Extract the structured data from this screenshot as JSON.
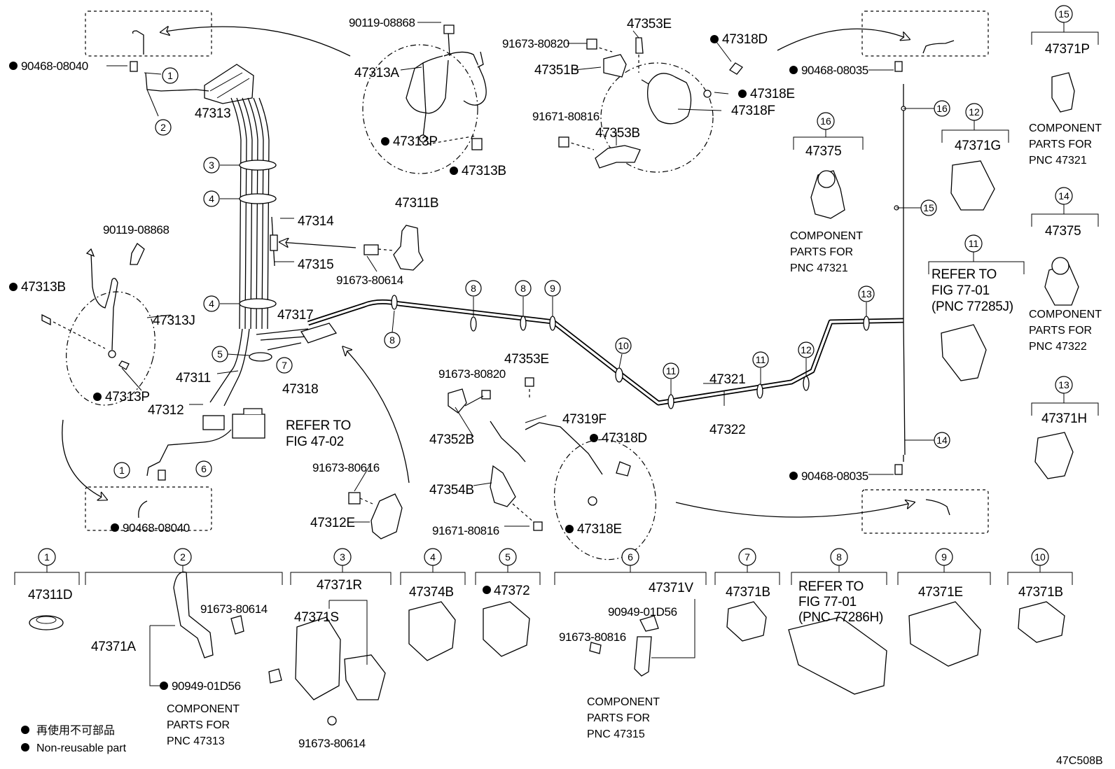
{
  "diagram_id": "47C508B",
  "legend": {
    "jp": "再使用不可部品",
    "en": "Non-reusable part"
  },
  "refer_fig_47_02": [
    "REFER TO",
    "FIG 47-02"
  ],
  "refer_fig_77_01_a": [
    "REFER TO",
    "FIG 77-01",
    "(PNC 77285J)"
  ],
  "refer_fig_77_01_b": [
    "REFER TO",
    "FIG 77-01",
    "(PNC 77286H)"
  ],
  "component_47321": [
    "COMPONENT",
    "PARTS FOR",
    "PNC 47321"
  ],
  "component_47322": [
    "COMPONENT",
    "PARTS FOR",
    "PNC 47322"
  ],
  "component_47313": [
    "COMPONENT",
    "PARTS FOR",
    "PNC 47313"
  ],
  "component_47315": [
    "COMPONENT",
    "PARTS FOR",
    "PNC 47315"
  ],
  "labels": {
    "p90468_08040_top": "90468-08040",
    "p90468_08040_bot": "90468-08040",
    "p90468_08035_top": "90468-08035",
    "p90468_08035_bot": "90468-08035",
    "p90119_08868_top": "90119-08868",
    "p90119_08868_left": "90119-08868",
    "p47313A": "47313A",
    "p47313": "47313",
    "p47313P_top": "47313P",
    "p47313B_top": "47313B",
    "p47313B_left": "47313B",
    "p47313J": "47313J",
    "p47313P_left": "47313P",
    "p91673_80820_top": "91673-80820",
    "p47353E_top": "47353E",
    "p47351B": "47351B",
    "p91671_80816_top": "91671-80816",
    "p47353B": "47353B",
    "p47318D_top": "47318D",
    "p47318E_top": "47318E",
    "p47318F": "47318F",
    "p47314": "47314",
    "p47315": "47315",
    "p47311B": "47311B",
    "p91673_80614_mid": "91673-80614",
    "p47317": "47317",
    "p47318": "47318",
    "p47311": "47311",
    "p47312": "47312",
    "p47353E_mid": "47353E",
    "p91673_80820_mid": "91673-80820",
    "p47352B": "47352B",
    "p47319F": "47319F",
    "p47318D_mid": "47318D",
    "p91673_80616": "91673-80616",
    "p47354B": "47354B",
    "p47312E": "47312E",
    "p91671_80816_mid": "91671-80816",
    "p47318E_mid": "47318E",
    "p47321": "47321",
    "p47322": "47322"
  },
  "boxes": [
    {
      "num": "1",
      "title": "47311D"
    },
    {
      "num": "2",
      "title": ""
    },
    {
      "num": "3",
      "title": "47371R"
    },
    {
      "num": "4",
      "title": "47374B"
    },
    {
      "num": "5",
      "title": "47372"
    },
    {
      "num": "6",
      "title": "47371V"
    },
    {
      "num": "7",
      "title": "47371B"
    },
    {
      "num": "8",
      "title": ""
    },
    {
      "num": "9",
      "title": "47371E"
    },
    {
      "num": "10",
      "title": "47371B"
    },
    {
      "num": "11",
      "title": ""
    },
    {
      "num": "12",
      "title": "47371G"
    },
    {
      "num": "13",
      "title": "47371H"
    },
    {
      "num": "14",
      "title": "47375"
    },
    {
      "num": "15",
      "title": "47371P"
    },
    {
      "num": "16",
      "title": "47375"
    }
  ],
  "box2_parts": {
    "a": "47371A",
    "b": "91673-80614",
    "c": "90949-01D56"
  },
  "box3_parts": {
    "a": "47371S",
    "b": "91673-80614"
  },
  "box6_parts": {
    "a": "90949-01D56",
    "b": "91673-80816"
  },
  "callouts": {
    "c1": "1",
    "c2": "2",
    "c3": "3",
    "c4": "4",
    "c5": "5",
    "c6": "6",
    "c7": "7",
    "c8": "8",
    "c9": "9",
    "c10": "10",
    "c11": "11",
    "c12": "12",
    "c13": "13",
    "c14": "14",
    "c15": "15",
    "c16": "16"
  }
}
